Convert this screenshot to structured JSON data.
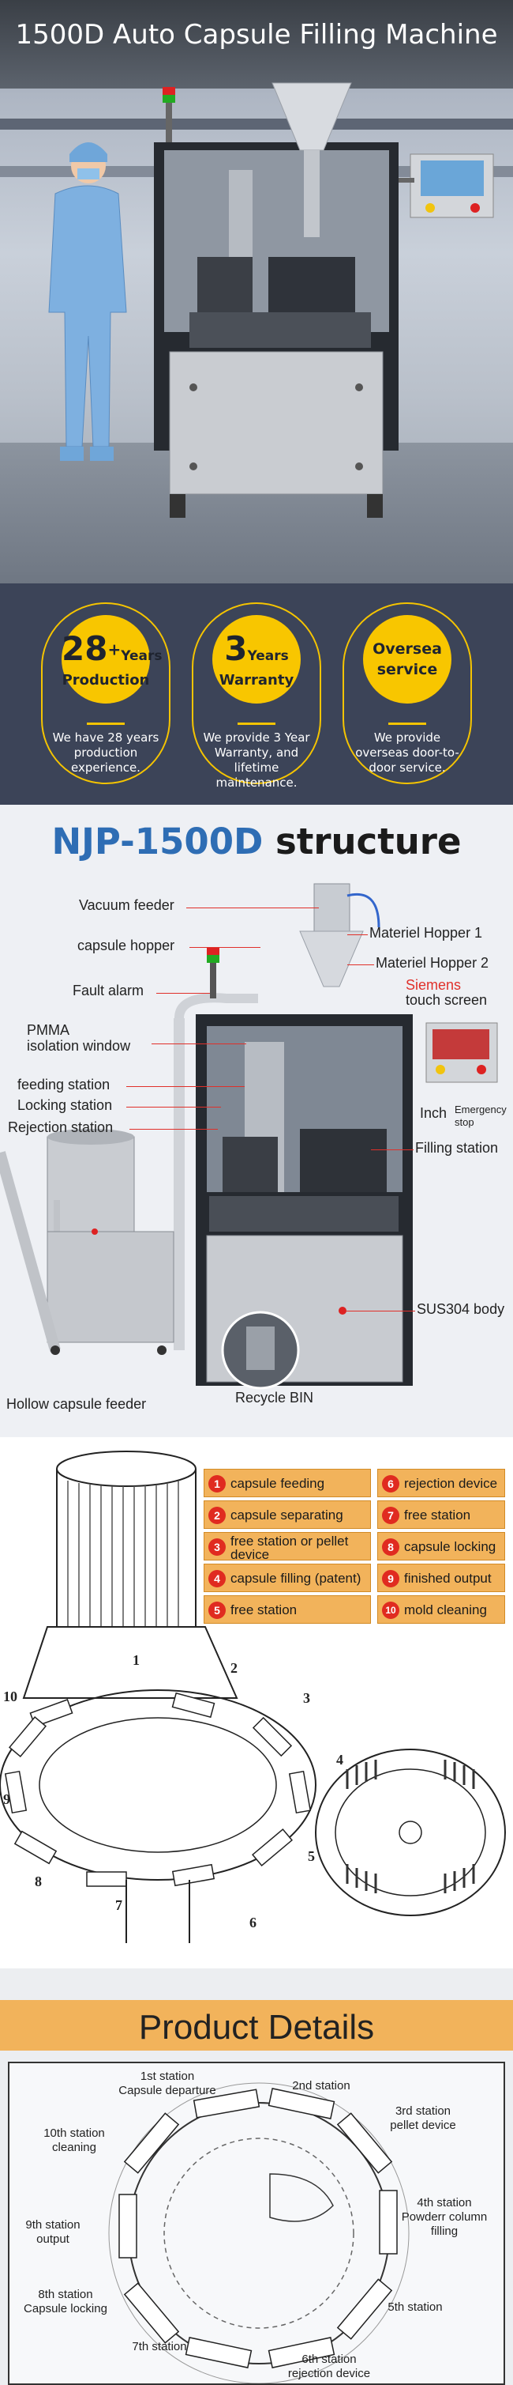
{
  "hero": {
    "title": "1500D Auto Capsule Filling Machine"
  },
  "badges": [
    {
      "number": "28",
      "sup": "+",
      "unit": "Years",
      "label": "Production",
      "text": "We have 28 years production experience."
    },
    {
      "number": "3",
      "unit": "Years",
      "label": "Warranty",
      "text": "We provide 3 Year Warranty, and lifetime maintenance."
    },
    {
      "number": "",
      "unit": "",
      "label": "Oversea service",
      "text": "We provide overseas door-to-door service."
    }
  ],
  "structure": {
    "title_model": "NJP-1500D",
    "title_rest": "structure",
    "labels": {
      "vacuum_feeder": "Vacuum feeder",
      "capsule_hopper": "capsule hopper",
      "fault_alarm": "Fault alarm",
      "pmma": "PMMA",
      "isolation_window": "isolation window",
      "feeding_station": "feeding station",
      "locking_station": "Locking station",
      "rejection_station": "Rejection station",
      "hollow_capsule_feeder": "Hollow capsule feeder",
      "recycle_bin": "Recycle BIN",
      "materiel_hopper_1": "Materiel Hopper 1",
      "materiel_hopper_2": "Materiel Hopper 2",
      "siemens": "Siemens",
      "touch_screen": "touch screen",
      "inch": "Inch",
      "emergency": "Emergency",
      "stop": "stop",
      "filling_station": "Filling station",
      "sus304_body": "SUS304 body"
    }
  },
  "legend": [
    {
      "num": "1",
      "text": "capsule feeding"
    },
    {
      "num": "2",
      "text": "capsule separating"
    },
    {
      "num": "3",
      "text": "free station or pellet device"
    },
    {
      "num": "4",
      "text": "capsule filling (patent)"
    },
    {
      "num": "5",
      "text": "free station"
    },
    {
      "num": "6",
      "text": "rejection device"
    },
    {
      "num": "7",
      "text": "free station"
    },
    {
      "num": "8",
      "text": "capsule locking"
    },
    {
      "num": "9",
      "text": "finished output"
    },
    {
      "num": "10",
      "text": "mold cleaning"
    }
  ],
  "turntable_numbers": [
    "1",
    "2",
    "3",
    "4",
    "5",
    "6",
    "7",
    "8",
    "9",
    "10"
  ],
  "details": {
    "title": "Product Details",
    "stations": {
      "s1a": "1st station",
      "s1b": "Capsule departure",
      "s2": "2nd station",
      "s3a": "3rd station",
      "s3b": "pellet device",
      "s4a": "4th station",
      "s4b": "Powderr column",
      "s4c": "filling",
      "s5": "5th station",
      "s6a": "6th station",
      "s6b": "rejection device",
      "s7": "7th station",
      "s8a": "8th station",
      "s8b": "Capsule locking",
      "s9a": "9th station",
      "s9b": "output",
      "s10a": "10th station",
      "s10b": "cleaning"
    }
  },
  "colors": {
    "accent_yellow": "#f5c400",
    "navy": "#3c4458",
    "model_blue": "#2e6db4",
    "leader_red": "#e0302a",
    "legend_orange": "#f2b35b"
  }
}
